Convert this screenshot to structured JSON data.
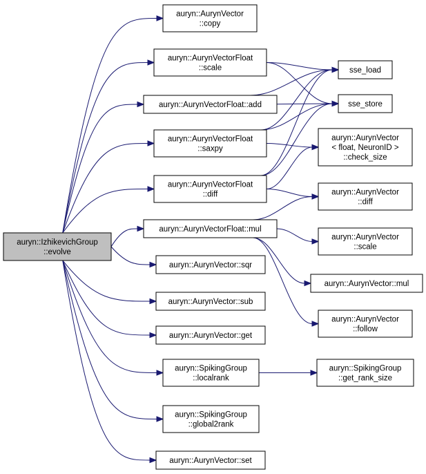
{
  "nodes": [
    {
      "id": "evolve",
      "lines": [
        "auryn::IzhikevichGroup",
        "::evolve"
      ],
      "root": true
    },
    {
      "id": "copy",
      "lines": [
        "auryn::AurynVector",
        "::copy"
      ]
    },
    {
      "id": "scale_f",
      "lines": [
        "auryn::AurynVectorFloat",
        "::scale"
      ]
    },
    {
      "id": "add_f",
      "lines": [
        "auryn::AurynVectorFloat::add"
      ]
    },
    {
      "id": "saxpy_f",
      "lines": [
        "auryn::AurynVectorFloat",
        "::saxpy"
      ]
    },
    {
      "id": "diff_f",
      "lines": [
        "auryn::AurynVectorFloat",
        "::diff"
      ]
    },
    {
      "id": "mul_f",
      "lines": [
        "auryn::AurynVectorFloat::mul"
      ]
    },
    {
      "id": "sqr",
      "lines": [
        "auryn::AurynVector::sqr"
      ]
    },
    {
      "id": "sub",
      "lines": [
        "auryn::AurynVector::sub"
      ]
    },
    {
      "id": "get",
      "lines": [
        "auryn::AurynVector::get"
      ]
    },
    {
      "id": "localrank",
      "lines": [
        "auryn::SpikingGroup",
        "::localrank"
      ]
    },
    {
      "id": "global2rank",
      "lines": [
        "auryn::SpikingGroup",
        "::global2rank"
      ]
    },
    {
      "id": "set",
      "lines": [
        "auryn::AurynVector::set"
      ]
    },
    {
      "id": "sse_load",
      "lines": [
        "sse_load"
      ]
    },
    {
      "id": "sse_store",
      "lines": [
        "sse_store"
      ]
    },
    {
      "id": "check_size",
      "lines": [
        "auryn::AurynVector",
        "< float, NeuronID >",
        "::check_size"
      ]
    },
    {
      "id": "diff_v",
      "lines": [
        "auryn::AurynVector",
        "::diff"
      ]
    },
    {
      "id": "scale_v",
      "lines": [
        "auryn::AurynVector",
        "::scale"
      ]
    },
    {
      "id": "mul_v",
      "lines": [
        "auryn::AurynVector::mul"
      ]
    },
    {
      "id": "follow",
      "lines": [
        "auryn::AurynVector",
        "::follow"
      ]
    },
    {
      "id": "get_rank_size",
      "lines": [
        "auryn::SpikingGroup",
        "::get_rank_size"
      ]
    }
  ],
  "edges": [
    {
      "from": "evolve",
      "to": "copy"
    },
    {
      "from": "evolve",
      "to": "scale_f"
    },
    {
      "from": "evolve",
      "to": "add_f"
    },
    {
      "from": "evolve",
      "to": "saxpy_f"
    },
    {
      "from": "evolve",
      "to": "diff_f"
    },
    {
      "from": "evolve",
      "to": "mul_f"
    },
    {
      "from": "evolve",
      "to": "sqr"
    },
    {
      "from": "evolve",
      "to": "sub"
    },
    {
      "from": "evolve",
      "to": "get"
    },
    {
      "from": "evolve",
      "to": "localrank"
    },
    {
      "from": "evolve",
      "to": "global2rank"
    },
    {
      "from": "evolve",
      "to": "set"
    },
    {
      "from": "scale_f",
      "to": "sse_load"
    },
    {
      "from": "scale_f",
      "to": "sse_store"
    },
    {
      "from": "add_f",
      "to": "sse_load"
    },
    {
      "from": "add_f",
      "to": "sse_store"
    },
    {
      "from": "saxpy_f",
      "to": "sse_load"
    },
    {
      "from": "saxpy_f",
      "to": "sse_store"
    },
    {
      "from": "saxpy_f",
      "to": "check_size"
    },
    {
      "from": "diff_f",
      "to": "sse_load"
    },
    {
      "from": "diff_f",
      "to": "sse_store"
    },
    {
      "from": "diff_f",
      "to": "check_size"
    },
    {
      "from": "diff_f",
      "to": "diff_v"
    },
    {
      "from": "mul_f",
      "to": "diff_v"
    },
    {
      "from": "mul_f",
      "to": "scale_v"
    },
    {
      "from": "mul_f",
      "to": "mul_v"
    },
    {
      "from": "mul_f",
      "to": "follow"
    },
    {
      "from": "localrank",
      "to": "get_rank_size"
    }
  ],
  "colors": {
    "edge": "#191970",
    "root_fill": "#bfbfbf",
    "node_fill": "#ffffff",
    "node_stroke": "#000000"
  }
}
